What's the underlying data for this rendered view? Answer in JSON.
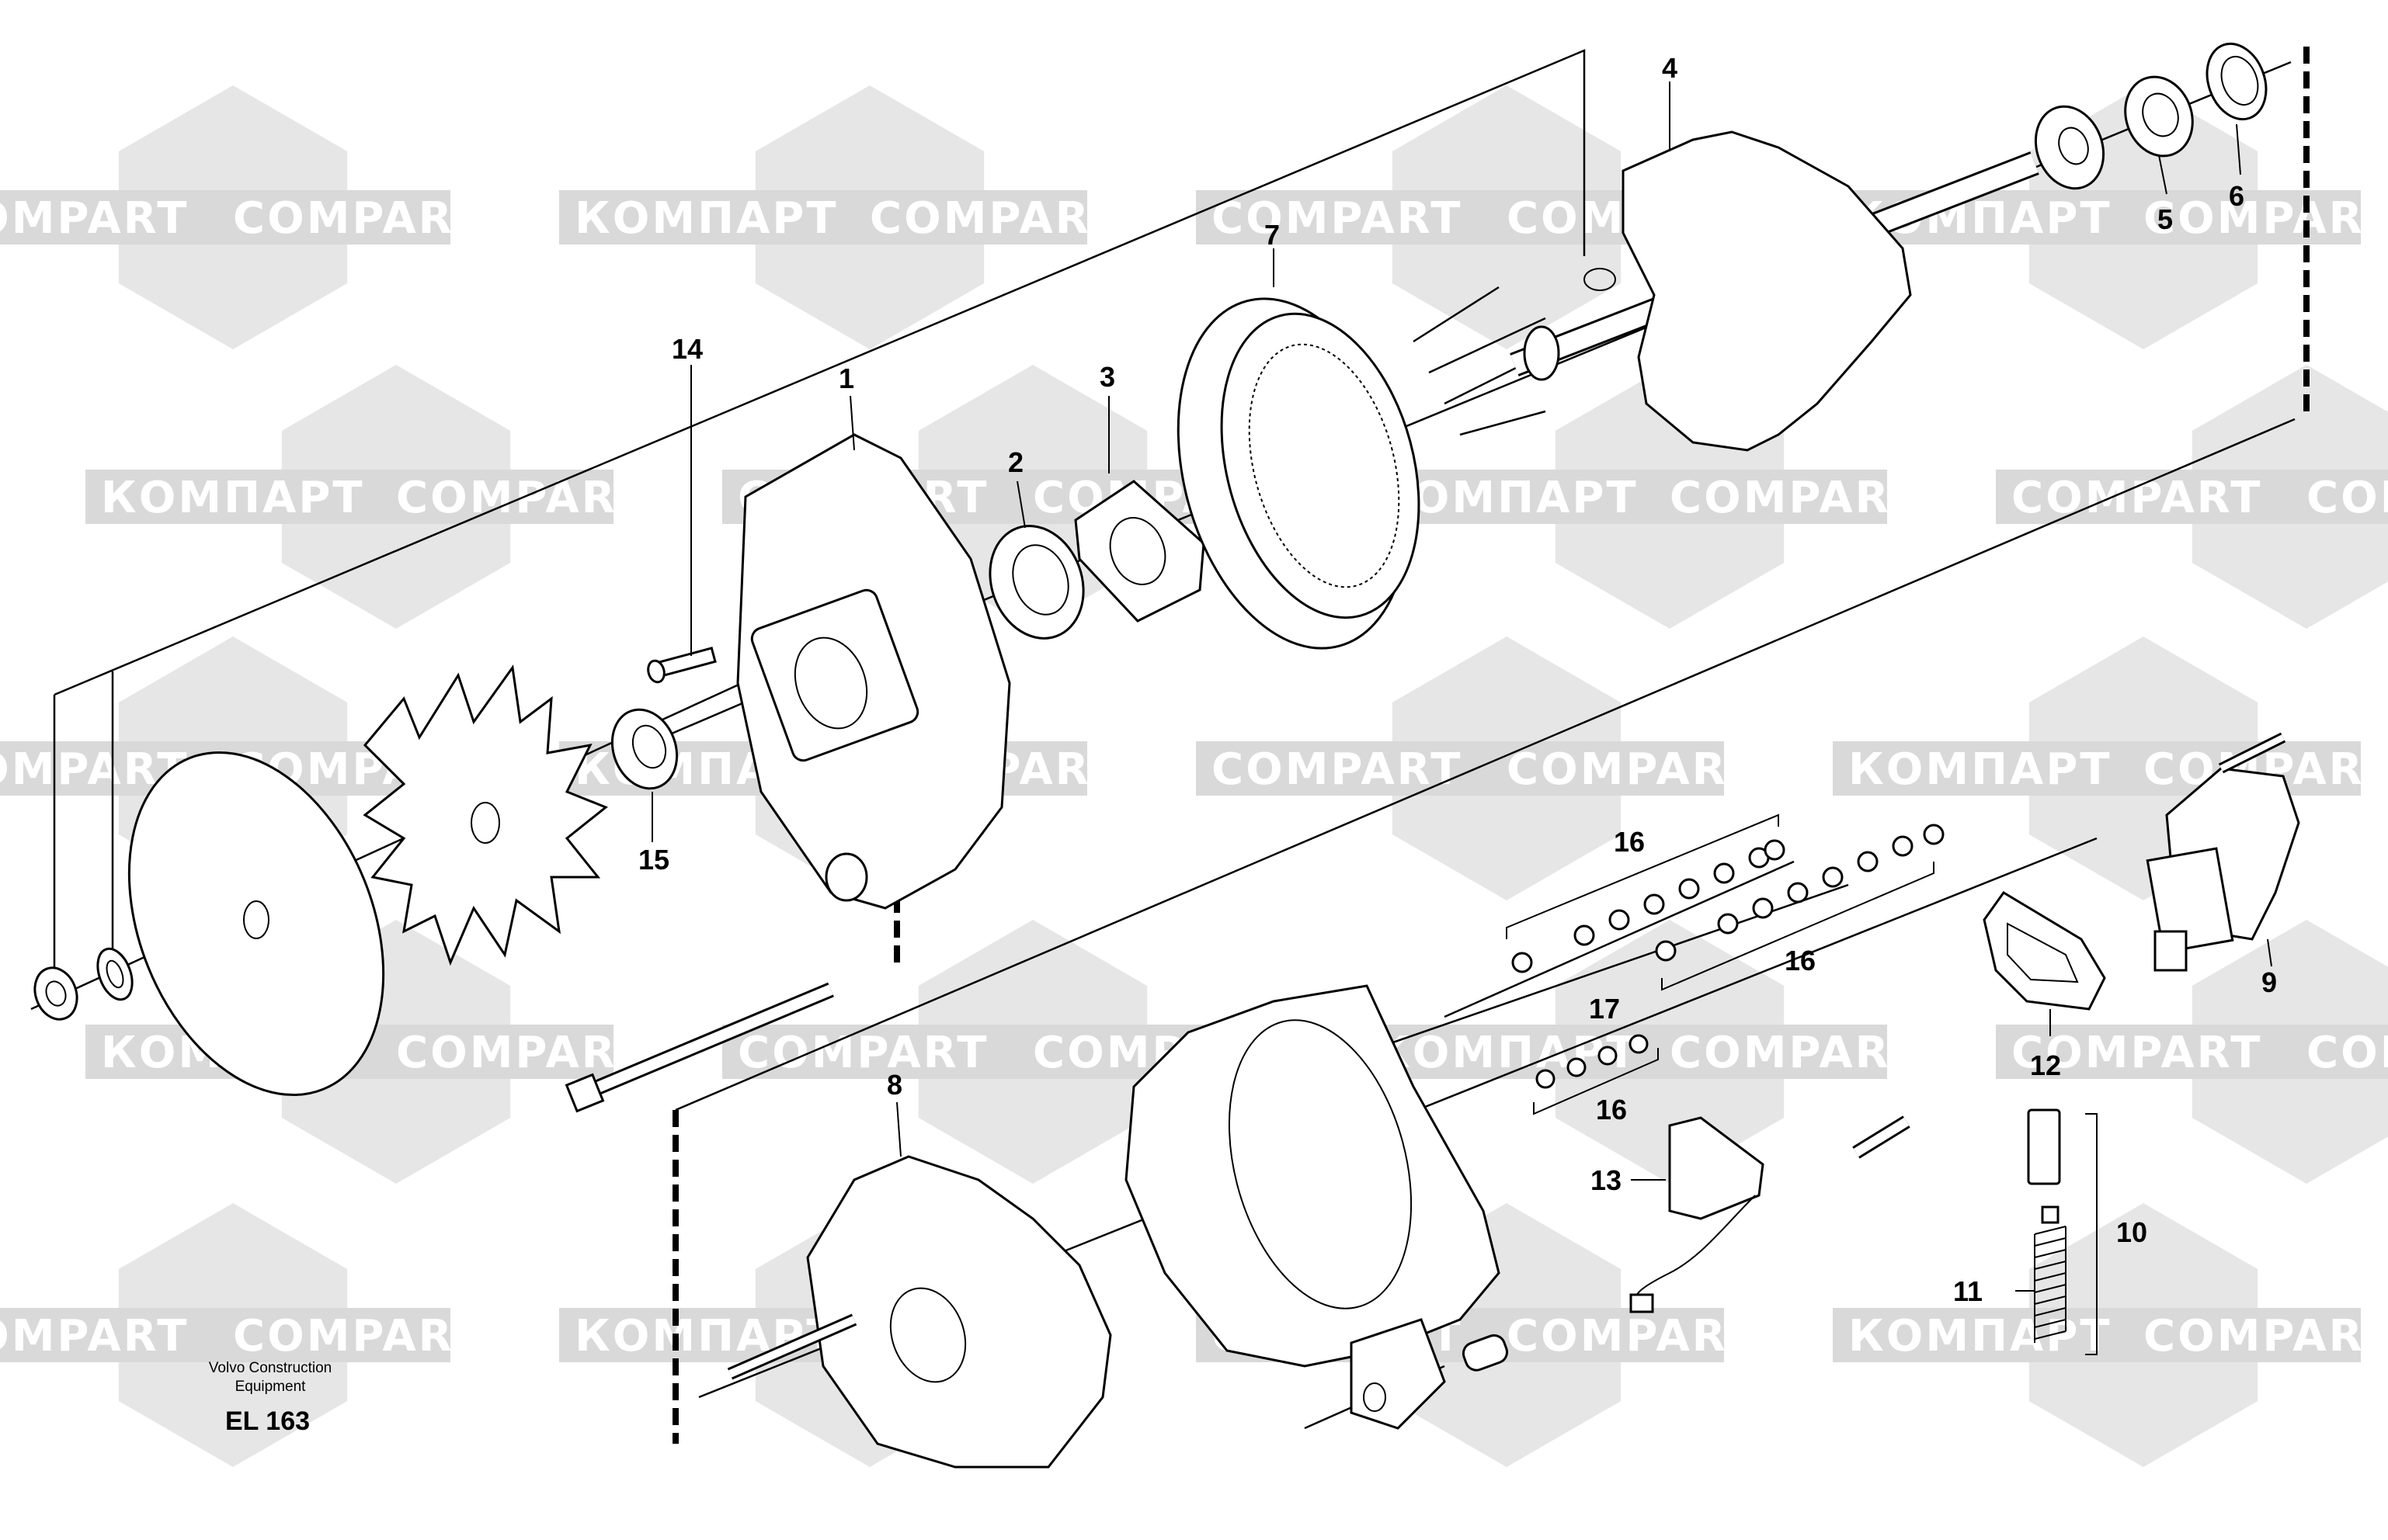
{
  "watermark": {
    "latin": "COMPART",
    "cyrillic": "КОМПАРТ",
    "band_color": "#d9d9d9",
    "emblem_color": "#e6e6e6"
  },
  "caption": {
    "line1": "Volvo Construction",
    "line2": "Equipment",
    "code": "EL 163"
  },
  "callouts": {
    "c1": "1",
    "c2": "2",
    "c3": "3",
    "c4": "4",
    "c5": "5",
    "c6": "6",
    "c7": "7",
    "c8": "8",
    "c9": "9",
    "c10": "10",
    "c11": "11",
    "c12": "12",
    "c13": "13",
    "c14": "14",
    "c15": "15",
    "c16a": "16",
    "c16b": "16",
    "c16c": "16",
    "c17": "17"
  }
}
